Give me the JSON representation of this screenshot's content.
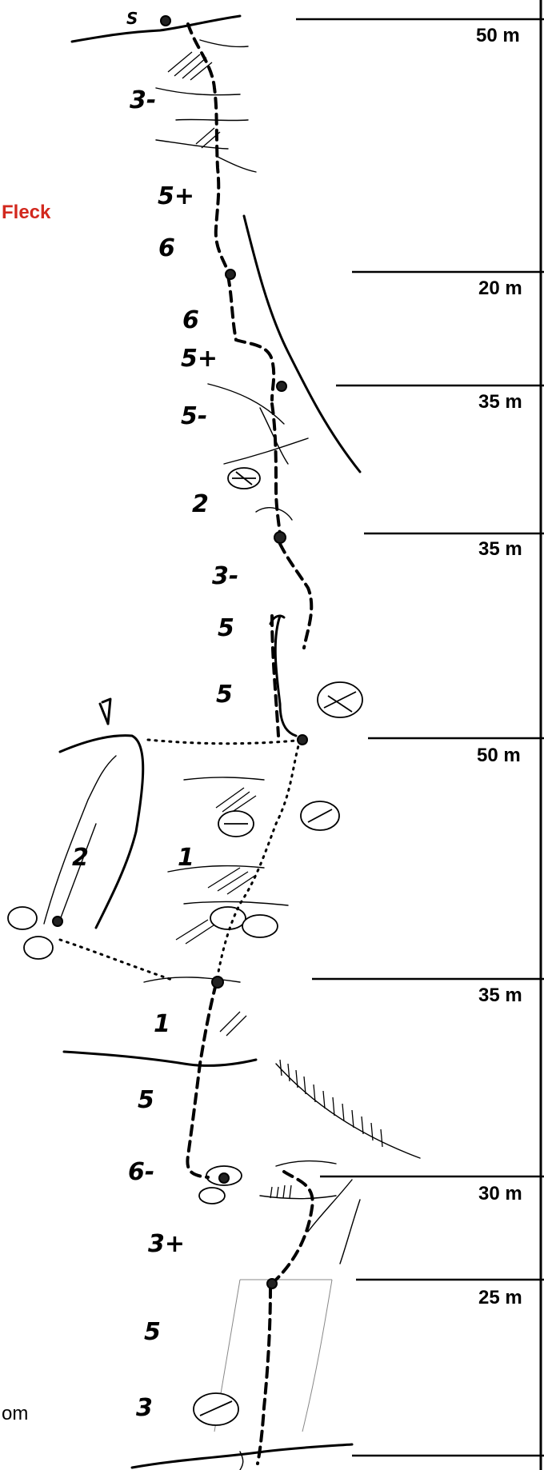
{
  "topo": {
    "pitch_lengths": [
      "50 m",
      "20 m",
      "35 m",
      "35 m",
      "50 m",
      "35 m",
      "30 m",
      "25 m"
    ],
    "grades": [
      "3-",
      "5+",
      "6",
      "6",
      "5+",
      "5-",
      "2",
      "3-",
      "5",
      "5",
      "1",
      "1",
      "5",
      "6-",
      "3+",
      "5",
      "3",
      "2"
    ],
    "top_anchor_label": "S",
    "margin_left_text": "Fleck",
    "margin_left_bottom_text": "om"
  },
  "colors": {
    "annotation_red": "#d2281e",
    "ink": "#000000",
    "background": "#ffffff"
  }
}
